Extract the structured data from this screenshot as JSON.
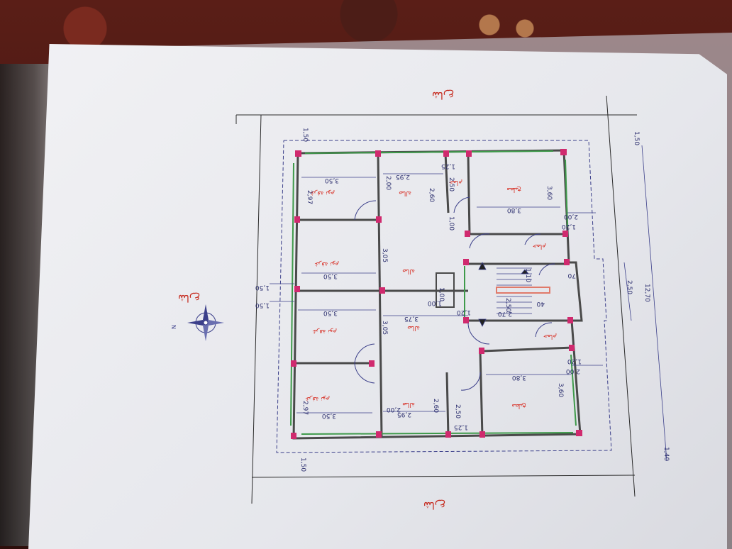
{
  "street_labels": [
    "شارع",
    "شارع",
    "شارع"
  ],
  "north_label": "N",
  "room_labels": {
    "bedroom": "غرفة نوم",
    "salon": "صالة",
    "kitchen": "مطبخ",
    "wc": "حمام"
  },
  "dims": {
    "d150_top": "1,50",
    "d150_right": "1,50",
    "d150_left_a": "1,50",
    "d150_left_b": "1,50",
    "d150_bottom": "1,50",
    "d1270": "12,70",
    "d140": "1,40",
    "d350_a": "3,50",
    "d350_b": "3,50",
    "d350_c": "3,50",
    "d350_d": "3,50",
    "d297_top": "2,97",
    "d297_bottom": "2,97",
    "d295_top": "2,95",
    "d295_bottom": "2,95",
    "d200_top": "2,00",
    "d200_bottom": "2,00",
    "d260_top": "2,60",
    "d260_bottom": "2,60",
    "d250_top": "2,50",
    "d250_bottom": "2,50",
    "d125_top": "1,25",
    "d125_bottom": "1,25",
    "d380_top": "3,80",
    "d380_bottom": "3,80",
    "d360_top": "3,60",
    "d360_bottom": "3,60",
    "d200_right_a": "2,00",
    "d200_right_b": "2,00",
    "d120_right_a": "1,20",
    "d120_right_b": "1,20",
    "d100_a": "1,00",
    "d100_b": "1,00",
    "d100_c": "1,00",
    "d305_a": "3,05",
    "d305_b": "3,05",
    "d375": "3,75",
    "d110": "1,10",
    "d250_stair": "2,50",
    "d270": "2,70",
    "d40": "40",
    "d120_stair": "1,20",
    "d70": "70",
    "d250_right": "2,50"
  }
}
